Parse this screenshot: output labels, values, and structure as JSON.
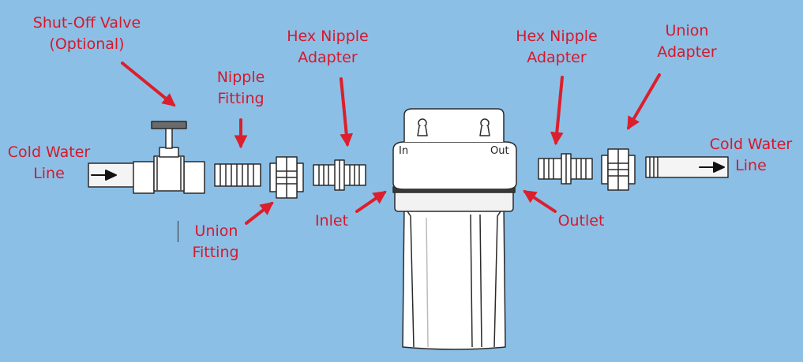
{
  "labels": {
    "shutoff_valve": [
      "Shut-Off Valve",
      "(Optional)"
    ],
    "nipple_fitting": [
      "Nipple",
      "Fitting"
    ],
    "hex_nipple_left": [
      "Hex Nipple",
      "Adapter"
    ],
    "hex_nipple_right": [
      "Hex Nipple",
      "Adapter"
    ],
    "union_adapter": [
      "Union",
      "Adapter"
    ],
    "cold_water_in": [
      "Cold Water",
      "Line"
    ],
    "cold_water_out": [
      "Cold Water",
      "Line"
    ],
    "union_fitting": [
      "Union",
      "Fitting"
    ],
    "inlet": "Inlet",
    "outlet": "Outlet"
  },
  "housing": {
    "in_label": "In",
    "out_label": "Out"
  },
  "colors": {
    "background": "#8cbfe6",
    "label": "#d6182b",
    "arrow": "#dc1f2c",
    "part_fill": "#ffffff",
    "part_stroke": "#2a2a2a"
  }
}
